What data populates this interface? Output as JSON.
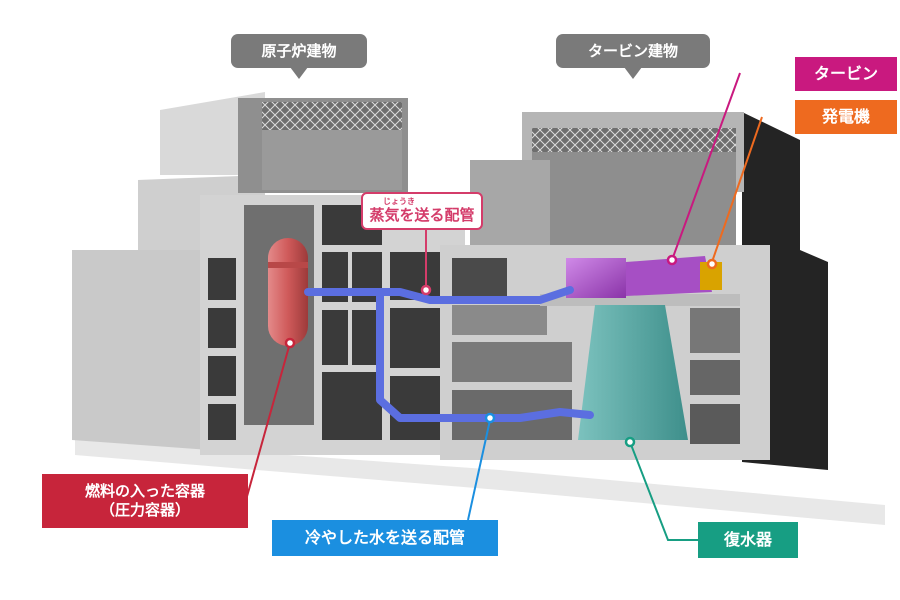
{
  "labels": {
    "reactor_building": "原子炉建物",
    "turbine_building": "タービン建物",
    "turbine": "タービン",
    "generator": "発電機",
    "steam_pipe_ruby": "じょうき",
    "steam_pipe": "蒸気を送る配管",
    "fuel_vessel_line1": "燃料の入った容器",
    "fuel_vessel_line2": "（圧力容器）",
    "cold_water_pipe": "冷やした水を送る配管",
    "condenser": "復水器"
  },
  "colors": {
    "bubble_gray": "#7a7a7a",
    "turbine_magenta": "#c9197f",
    "generator_orange": "#ee6a1f",
    "steam_pink": "#d43c6a",
    "fuel_red": "#c7253b",
    "cold_water_blue": "#1b8fe0",
    "condenser_teal": "#179e83",
    "building_gray": "#d6d6d6",
    "building_dark": "#232323",
    "pipe_blue": "#5b6ee0",
    "reactor_vessel": "#cf5a5a",
    "condenser_body": "#5aaeaa",
    "turbine_body": "#a64fc4"
  }
}
